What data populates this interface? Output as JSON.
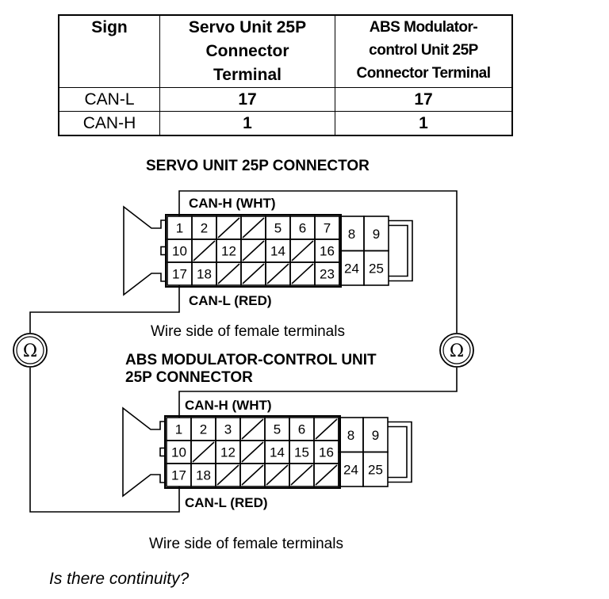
{
  "table": {
    "headers": [
      "Sign",
      "Servo Unit 25P Connector Terminal",
      "ABS Modulator-control Unit 25P Connector Terminal"
    ],
    "header_lines": {
      "col1": [
        "Servo Unit 25P",
        "Connector",
        "Terminal"
      ],
      "col2": [
        "ABS Modulator-",
        "control Unit 25P",
        "Connector Terminal"
      ]
    },
    "rows": [
      {
        "sign": "CAN-L",
        "servo": "17",
        "abs": "17"
      },
      {
        "sign": "CAN-H",
        "servo": "1",
        "abs": "1"
      }
    ]
  },
  "servo": {
    "title": "SERVO UNIT 25P CONNECTOR",
    "wire_top": "CAN-H (WHT)",
    "wire_bottom": "CAN-L (RED)",
    "caption": "Wire side of female terminals",
    "grid_rows": [
      [
        "1",
        "2",
        "",
        "",
        "5",
        "6",
        "7"
      ],
      [
        "10",
        "",
        "12",
        "",
        "14",
        "",
        "16"
      ],
      [
        "17",
        "18",
        "",
        "",
        "",
        "",
        "23"
      ]
    ],
    "right_block": [
      [
        "8",
        "9"
      ],
      [
        "24",
        "25"
      ]
    ]
  },
  "abs": {
    "title_line1": "ABS MODULATOR-CONTROL UNIT",
    "title_line2": "25P CONNECTOR",
    "wire_top": "CAN-H (WHT)",
    "wire_bottom": "CAN-L (RED)",
    "caption": "Wire side of female terminals",
    "grid_rows": [
      [
        "1",
        "2",
        "3",
        "",
        "5",
        "6",
        ""
      ],
      [
        "10",
        "",
        "12",
        "",
        "14",
        "15",
        "16"
      ],
      [
        "17",
        "18",
        "",
        "",
        "",
        "",
        ""
      ]
    ],
    "right_block": [
      [
        "8",
        "9"
      ],
      [
        "24",
        "25"
      ]
    ]
  },
  "meters": {
    "symbol": "Ω"
  },
  "question": "Is there continuity?"
}
